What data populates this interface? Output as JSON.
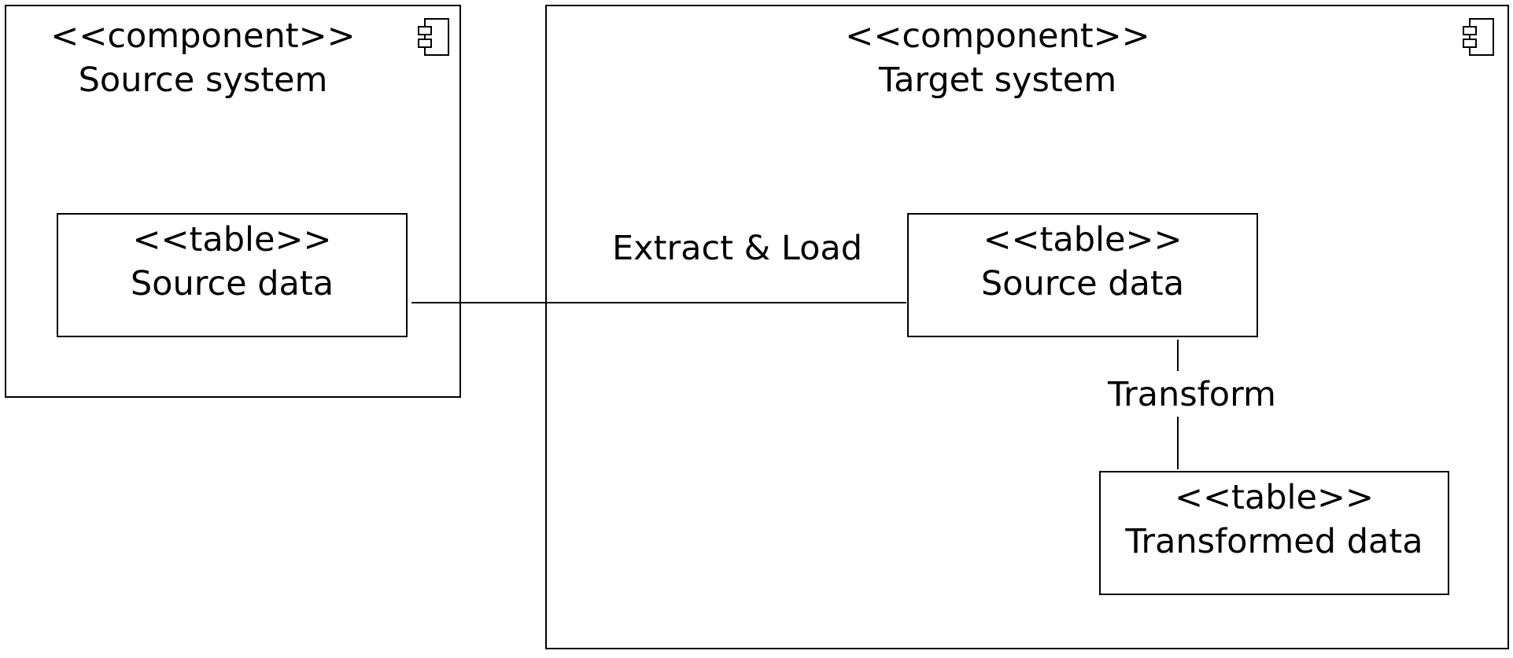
{
  "components": {
    "source_system": {
      "stereotype": "<<component>>",
      "name": "Source system",
      "icon": "component-icon"
    },
    "target_system": {
      "stereotype": "<<component>>",
      "name": "Target system",
      "icon": "component-icon"
    }
  },
  "tables": {
    "source_data_origin": {
      "stereotype": "<<table>>",
      "name": "Source data"
    },
    "source_data_target": {
      "stereotype": "<<table>>",
      "name": "Source data"
    },
    "transformed_data": {
      "stereotype": "<<table>>",
      "name": "Transformed data"
    }
  },
  "connectors": {
    "extract_load": "Extract & Load",
    "transform": "Transform"
  }
}
